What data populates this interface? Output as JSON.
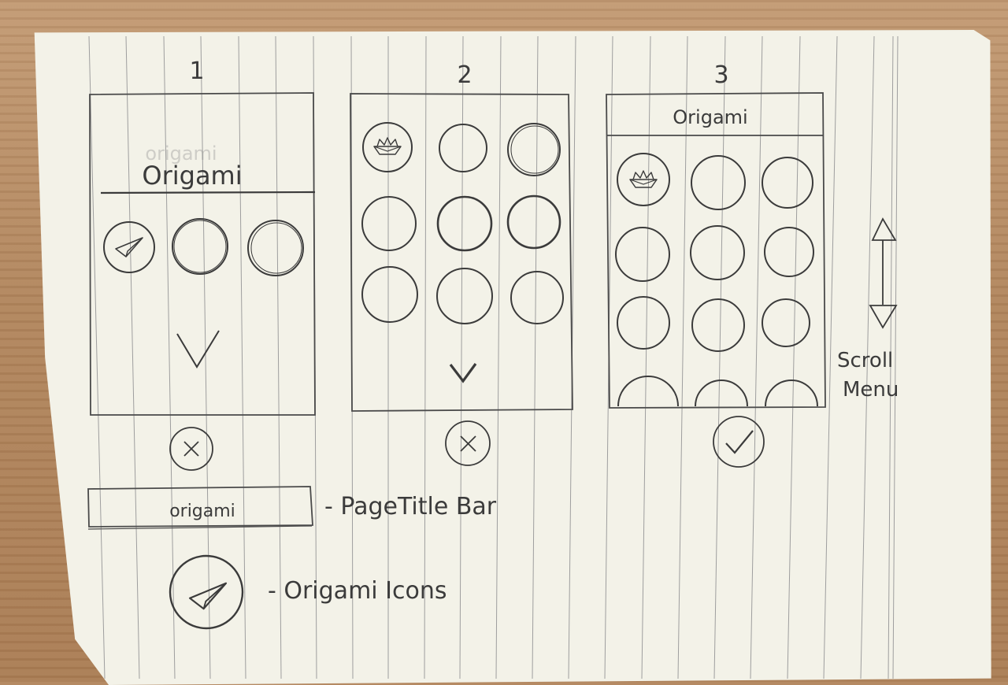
{
  "frames": [
    {
      "number": "1",
      "faint_title": "origami",
      "title": "Origami"
    },
    {
      "number": "2"
    },
    {
      "number": "3",
      "title": "Origami"
    }
  ],
  "legend": {
    "title_bar_sample": "origami",
    "title_bar_caption": "- PageTitle Bar",
    "icons_caption": "- Origami Icons"
  },
  "scroll_note": {
    "line1": "Scroll",
    "line2": "Menu"
  },
  "icons": {
    "frame1_first": "paper-plane-icon",
    "frame2_first": "paper-boat-icon",
    "frame3_first": "paper-boat-icon",
    "frame1_action": "close-icon",
    "frame2_action": "close-icon",
    "frame3_action": "checkmark-icon",
    "legend_icon": "paper-plane-icon"
  },
  "colors": {
    "paper": "#f3f2e8",
    "ink": "#3b3b3b",
    "rule": "#9a9a9a",
    "wood": "#b58a63"
  }
}
